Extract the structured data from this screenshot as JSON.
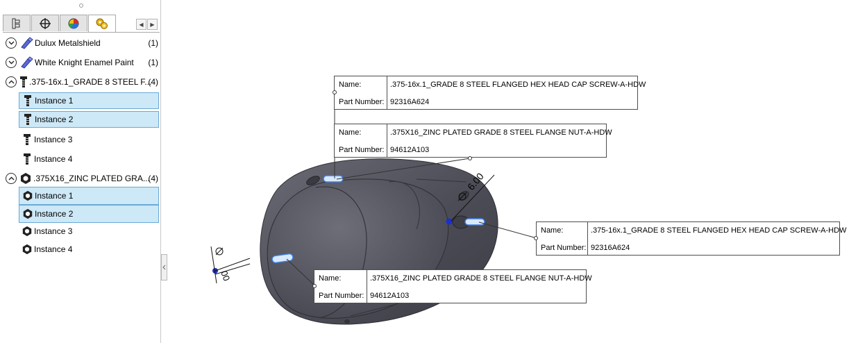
{
  "tabs": [
    {
      "name": "feature-manager"
    },
    {
      "name": "property-manager"
    },
    {
      "name": "appearance-manager"
    },
    {
      "name": "display-manager"
    }
  ],
  "tree": {
    "appearances": [
      {
        "label": "Dulux Metalshield",
        "count": "(1)"
      },
      {
        "label": "White Knight Enamel Paint",
        "count": "(1)"
      }
    ],
    "groups": [
      {
        "label": ".375-16x.1_GRADE 8 STEEL F...",
        "count": "(4)",
        "icon": "cap-screw-icon",
        "instances": [
          {
            "label": "Instance 1",
            "selected": true
          },
          {
            "label": "Instance 2",
            "selected": true
          },
          {
            "label": "Instance 3",
            "selected": false
          },
          {
            "label": "Instance 4",
            "selected": false
          }
        ]
      },
      {
        "label": ".375X16_ZINC PLATED GRA...",
        "count": "(4)",
        "icon": "hex-nut-icon",
        "instances": [
          {
            "label": "Instance 1",
            "selected": true
          },
          {
            "label": "Instance 2",
            "selected": true
          },
          {
            "label": "Instance 3",
            "selected": false
          },
          {
            "label": "Instance 4",
            "selected": false
          }
        ]
      }
    ]
  },
  "callouts": [
    {
      "name_label": "Name:",
      "name": ".375-16x.1_GRADE 8 STEEL FLANGED HEX HEAD CAP SCREW-A-HDW",
      "pn_label": "Part Number:",
      "part_number": "92316A624"
    },
    {
      "name_label": "Name:",
      "name": ".375X16_ZINC PLATED GRADE 8 STEEL FLANGE NUT-A-HDW",
      "pn_label": "Part Number:",
      "part_number": "94612A103"
    },
    {
      "name_label": "Name:",
      "name": ".375-16x.1_GRADE 8 STEEL FLANGED HEX HEAD CAP SCREW-A-HDW",
      "pn_label": "Part Number:",
      "part_number": "92316A624"
    },
    {
      "name_label": "Name:",
      "name": ".375X16_ZINC PLATED GRADE 8 STEEL FLANGE NUT-A-HDW",
      "pn_label": "Part Number:",
      "part_number": "94612A103"
    }
  ],
  "dimensions": {
    "top": "6.00",
    "left": "00"
  },
  "colors": {
    "selection": "#cde8f7",
    "selection_border": "#6aa9d6",
    "model_body": "#55555f",
    "highlight": "#3d7ee0"
  }
}
